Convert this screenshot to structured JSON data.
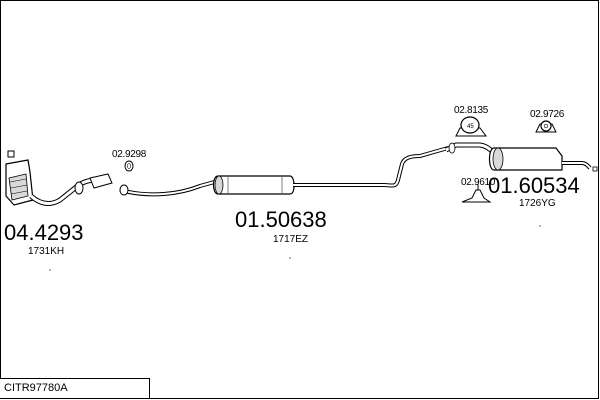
{
  "parts": {
    "catalyst": {
      "number": "04.4293",
      "code": "1731KH"
    },
    "clamp_front": {
      "number": "02.9298"
    },
    "middle_silencer": {
      "number": "01.50638",
      "code": "1717EZ"
    },
    "rubber_mount_1": {
      "number": "02.8135"
    },
    "rubber_mount_2": {
      "number": "02.9726"
    },
    "bracket": {
      "number": "02.9610"
    },
    "rear_silencer": {
      "number": "01.60534",
      "code": "1726YG"
    }
  },
  "footer": {
    "catalog_code": "CITR97780A"
  },
  "colors": {
    "line": "#000000",
    "fill": "#ffffff",
    "shade": "#d9d9d9"
  }
}
